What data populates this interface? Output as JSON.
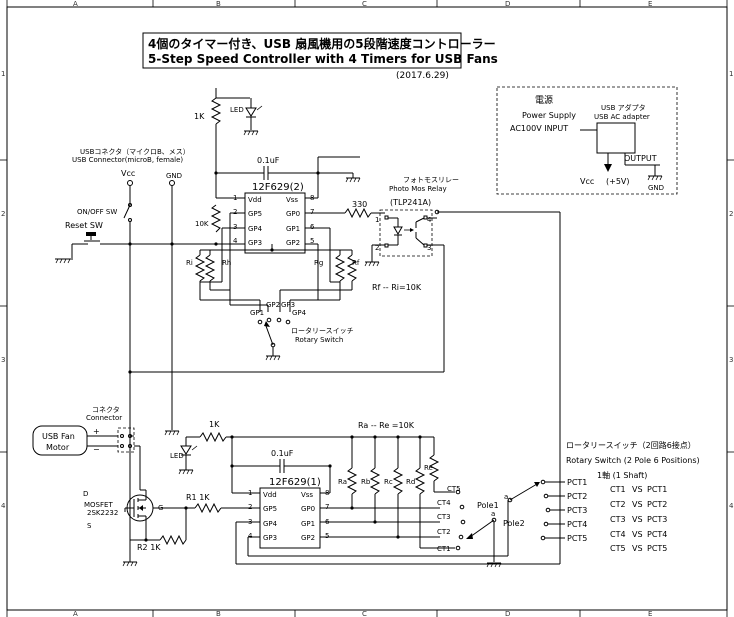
{
  "title": {
    "line1": "4個のタイマー付き、USB 扇風機用の5段階速度コントローラー",
    "line2": "5-Step Speed Controller with 4 Timers for USB Fans",
    "date": "(2017.6.29)"
  },
  "border": {
    "cols": [
      "A",
      "B",
      "C",
      "D",
      "E"
    ],
    "rows": [
      "1",
      "2",
      "3",
      "4"
    ]
  },
  "power_box": {
    "title": "電源",
    "subtitle": "Power Supply",
    "input": "AC100V INPUT",
    "adapter_jp": "USB アダプタ",
    "adapter_en": "USB AC adapter",
    "output": "OUTPUT",
    "vcc": "Vcc",
    "voltage": "(+5V)",
    "gnd": "GND"
  },
  "upper": {
    "r_top": "1K",
    "led": "LED",
    "cap": "0.1uF",
    "ic_name": "12F629(2)",
    "pins_left": [
      "Vdd",
      "GP5",
      "GP4",
      "GP3"
    ],
    "pins_left_num": [
      "1",
      "2",
      "3",
      "4"
    ],
    "pins_right": [
      "Vss",
      "GP0",
      "GP1",
      "GP2"
    ],
    "pins_right_num": [
      "8",
      "7",
      "6",
      "5"
    ],
    "r_10k": "10K",
    "r_330": "330",
    "usb_conn_jp": "USBコネクタ（マイクロB、メス）",
    "usb_conn_en": "USB Connector(microB, female)",
    "vcc": "Vcc",
    "gnd": "GND",
    "onoff": "ON/OFF SW",
    "reset": "Reset SW",
    "photomos_jp": "フォトモスリレー",
    "photomos_en": "Photo Mos Relay",
    "photomos_part": "(TLP241A)",
    "relay_pins": [
      "1",
      "2",
      "3",
      "4"
    ],
    "res_labels": [
      "Ri",
      "Rh",
      "Rg",
      "Rf"
    ],
    "res_note": "Rf -- Ri=10K",
    "sw_pins": [
      "GP1",
      "GP2",
      "GP3",
      "GP4"
    ],
    "rot_jp": "ロータリースイッチ",
    "rot_en": "Rotary Switch"
  },
  "lower": {
    "conn_jp": "コネクタ",
    "conn_en": "Connector",
    "fan": [
      "USB Fan",
      "Motor"
    ],
    "plus": "+",
    "minus": "−",
    "r_1k_top": "1K",
    "led": "LED",
    "cap": "0.1uF",
    "ic_name": "12F629(1)",
    "pins_left": [
      "Vdd",
      "GP5",
      "GP4",
      "GP3"
    ],
    "pins_left_num": [
      "1",
      "2",
      "3",
      "4"
    ],
    "pins_right": [
      "Vss",
      "GP0",
      "GP1",
      "GP2"
    ],
    "pins_right_num": [
      "8",
      "7",
      "6",
      "5"
    ],
    "r_note": "Ra  --  Re  =10K",
    "res_labels": [
      "Ra",
      "Rb",
      "Rc",
      "Rd",
      "Re"
    ],
    "ct_labels": [
      "CT5",
      "CT4",
      "CT3",
      "CT2",
      "CT1"
    ],
    "pole1": "Pole1",
    "pole2": "Pole2",
    "pole_a": "a",
    "mosfet": "MOSFET",
    "mosfet_part": "2SK2232",
    "d": "D",
    "g": "G",
    "s": "S",
    "r1": "R1  1K",
    "r2": "R2  1K",
    "pct_labels": [
      "PCT1",
      "PCT2",
      "PCT3",
      "PCT4",
      "PCT5"
    ],
    "rot_title_jp": "ロータリースイッチ（2回路6接点）",
    "rot_title_en": "Rotary Switch (2 Pole 6 Positions)",
    "rot_shaft": "1軸 (1 Shaft)",
    "vs_table": [
      [
        "CT1",
        "VS",
        "PCT1"
      ],
      [
        "CT2",
        "VS",
        "PCT2"
      ],
      [
        "CT3",
        "VS",
        "PCT3"
      ],
      [
        "CT4",
        "VS",
        "PCT4"
      ],
      [
        "CT5",
        "VS",
        "PCT5"
      ]
    ]
  }
}
